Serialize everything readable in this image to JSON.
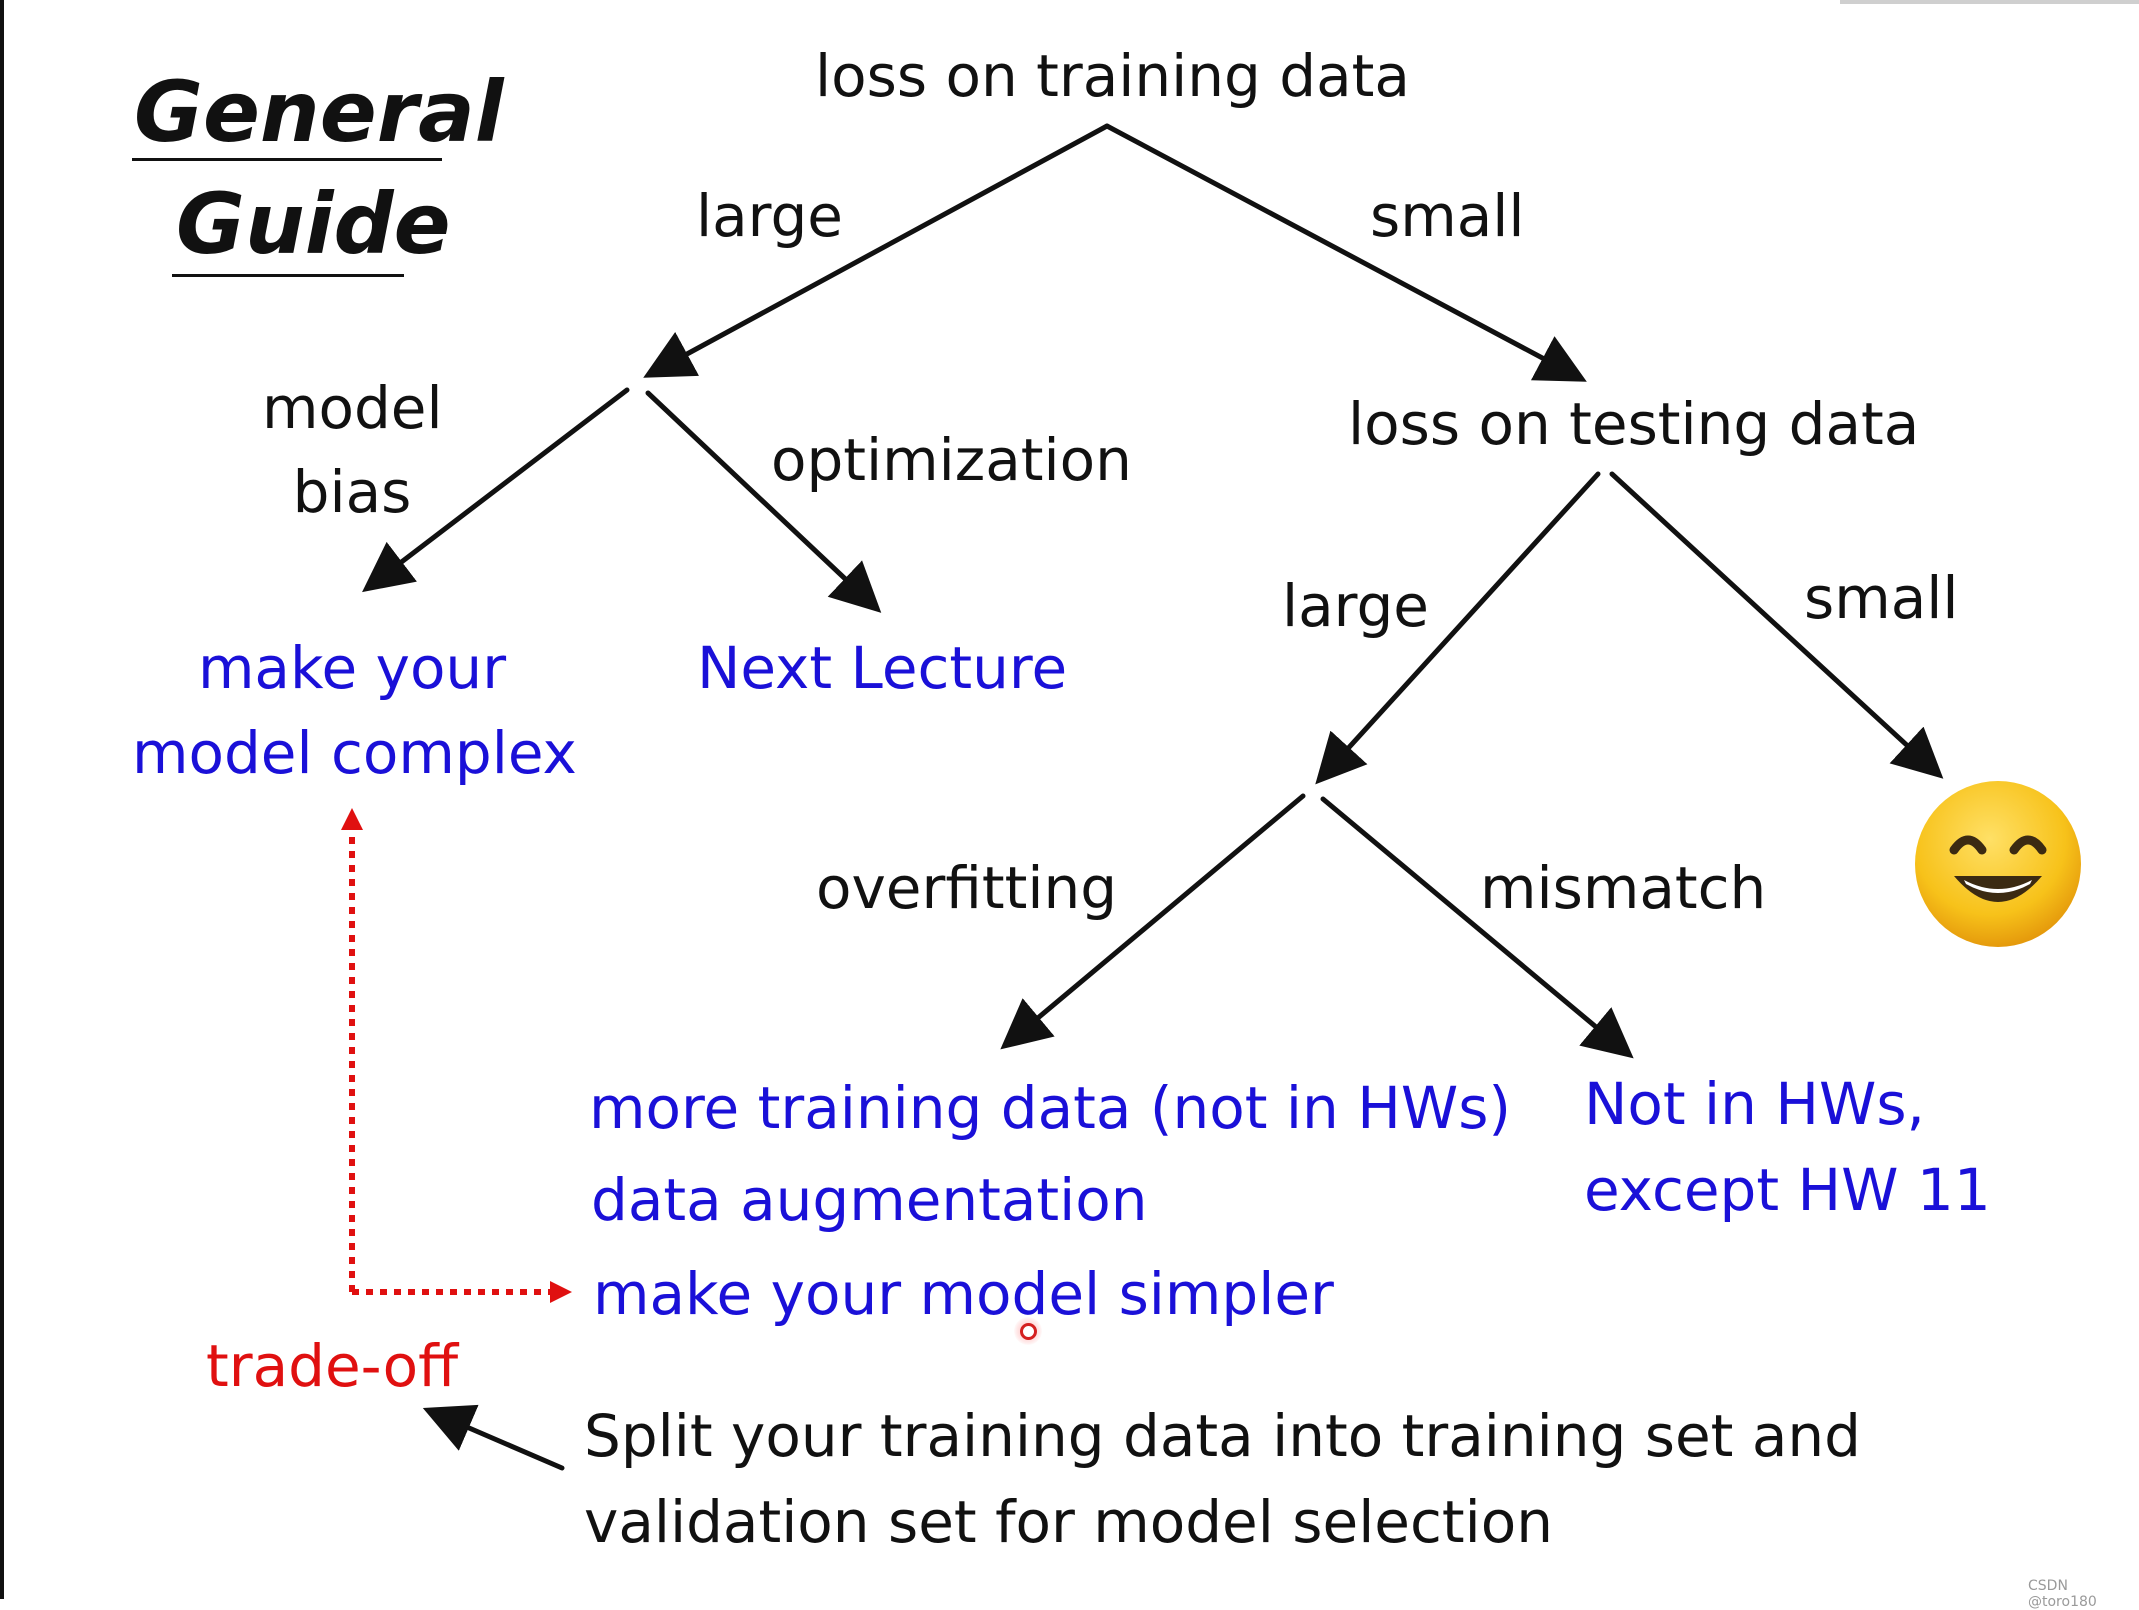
{
  "title": {
    "line1": "General",
    "line2": "Guide"
  },
  "nodes": {
    "root": "loss on training data",
    "testing": "loss on testing data",
    "make_complex_line1": "make your",
    "make_complex_line2": "model complex",
    "next_lecture": "Next Lecture",
    "more_data": "more training data (not in HWs)",
    "augmentation": "data augmentation",
    "simpler": "make your model simpler",
    "not_in_hws_line1": "Not in HWs,",
    "not_in_hws_line2": "except HW 11",
    "tradeoff": "trade-off",
    "split_line1": "Split your training data into training set and",
    "split_line2": "validation set for model selection"
  },
  "edge_labels": {
    "large_1": "large",
    "small_1": "small",
    "model_bias_line1": "model",
    "model_bias_line2": "bias",
    "optimization": "optimization",
    "large_2": "large",
    "small_2": "small",
    "overfitting": "overfitting",
    "mismatch": "mismatch"
  },
  "icons": {
    "happy_face": "smiling-face-emoji",
    "cursor": "pointer-cursor-icon"
  },
  "colors": {
    "text": "#111111",
    "action": "#1a10d8",
    "tradeoff": "#e01010",
    "emoji_face": "#f7c21a"
  },
  "watermark": "CSDN @toro180"
}
